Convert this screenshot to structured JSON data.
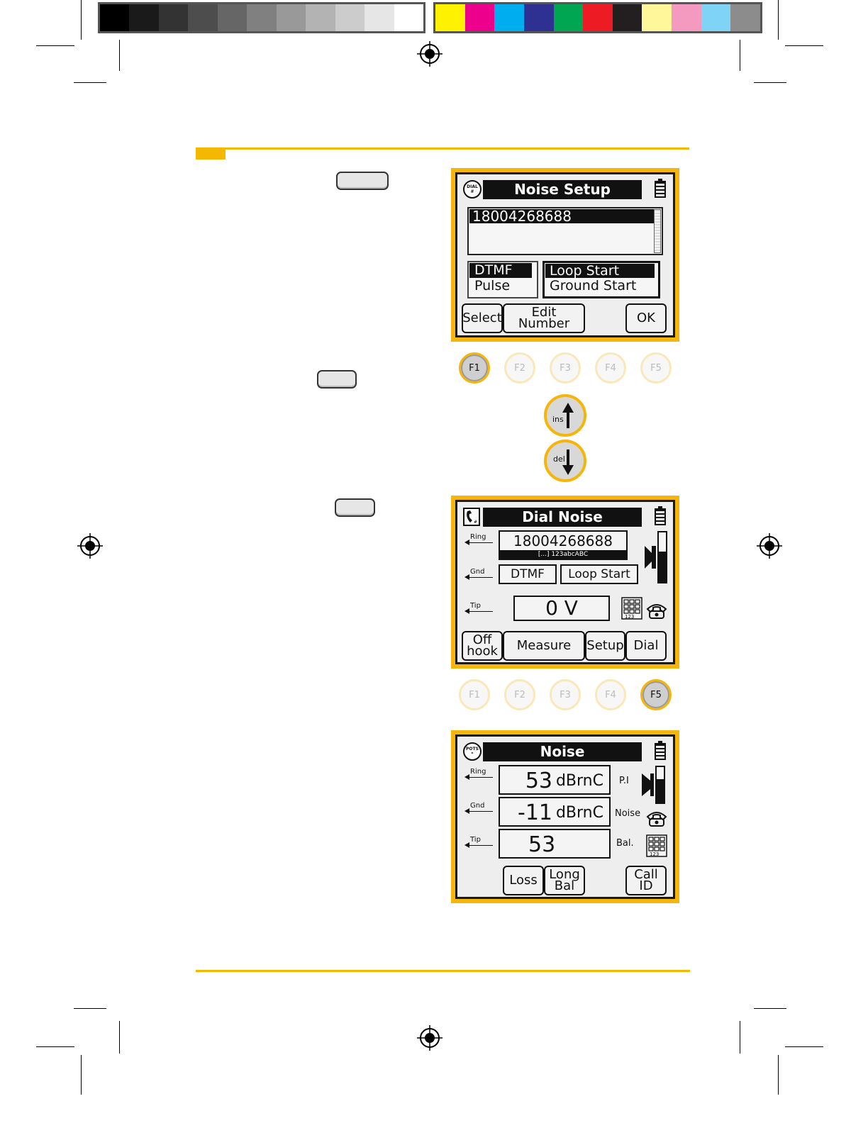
{
  "color_bar": {
    "gray_swatches": [
      "#000000",
      "#1a1a1a",
      "#333333",
      "#4d4d4d",
      "#666666",
      "#808080",
      "#999999",
      "#b3b3b3",
      "#cccccc",
      "#e6e6e6",
      "#ffffff"
    ],
    "color_swatches": [
      "#fff200",
      "#ec008c",
      "#00aeef",
      "#2e3192",
      "#00a651",
      "#ed1c24",
      "#231f20",
      "#fff799",
      "#f49ac1",
      "#7fd4f5",
      "#8c8c8c"
    ]
  },
  "accent_color": "#f5b800",
  "screen1": {
    "title": "Noise Setup",
    "mode_icon": "DIAL\n#",
    "phone_number": "18004268688",
    "dial_types": [
      "DTMF",
      "Pulse"
    ],
    "start_types": [
      "Loop Start",
      "Ground Start"
    ],
    "softkeys": {
      "f1": "Select",
      "f2_line1": "Edit",
      "f2_line2": "Number",
      "f5": "OK"
    }
  },
  "fkeys_row1": [
    "F1",
    "F2",
    "F3",
    "F4",
    "F5"
  ],
  "nav_keys": {
    "up": "ins",
    "down": "del"
  },
  "screen2": {
    "title": "Dial Noise",
    "leads": [
      "Ring",
      "Gnd",
      "Tip"
    ],
    "phone_number": "18004268688",
    "entry_mode": "[...]   123abcABC",
    "dial_type": "DTMF",
    "start_type": "Loop Start",
    "voltage": "0 V",
    "keypad_label": "123",
    "softkeys": {
      "f1_line1": "Off",
      "f1_line2": "hook",
      "f2": "Measure",
      "f4": "Setup",
      "f5": "Dial"
    }
  },
  "fkeys_row2": [
    "F1",
    "F2",
    "F3",
    "F4",
    "F5"
  ],
  "screen3": {
    "title": "Noise",
    "mode_icon": "POTS\n*",
    "leads": [
      "Ring",
      "Gnd",
      "Tip"
    ],
    "readings": [
      {
        "value": "53",
        "unit": "dBrnC",
        "label": "P.I"
      },
      {
        "value": "-11",
        "unit": "dBrnC",
        "label": "Noise"
      },
      {
        "value": "53",
        "unit": "",
        "label": "Bal."
      }
    ],
    "keypad_label": "123",
    "softkeys": {
      "f2": "Loss",
      "f3_line1": "Long",
      "f3_line2": "Bal",
      "f5_line1": "Call",
      "f5_line2": "ID"
    }
  }
}
